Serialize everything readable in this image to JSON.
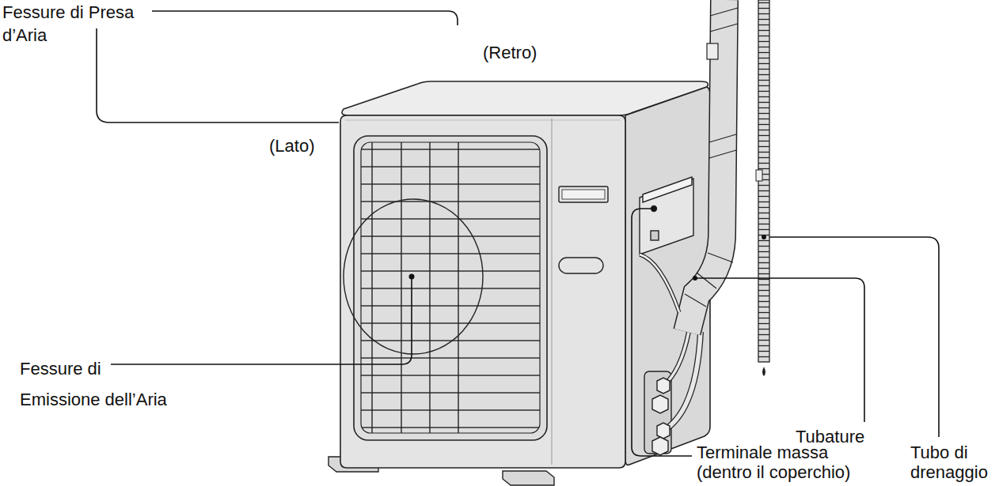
{
  "diagram": {
    "labels": [
      "Fessure di Presa d’Aria",
      "(Retro)",
      "(Lato)",
      "Fessure di Emissione dell’Aria",
      "Tubature",
      "Terminale massa (dentro il coperchio)",
      "Tubo di drenaggio"
    ]
  }
}
